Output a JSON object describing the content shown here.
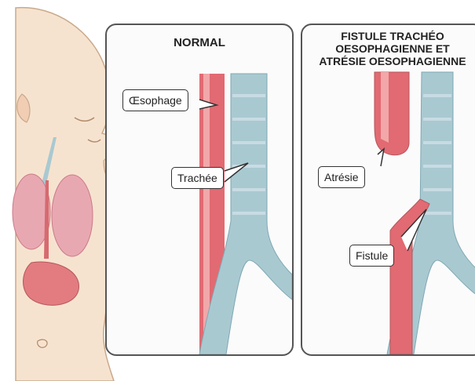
{
  "panels": {
    "normal": {
      "title": "NORMAL"
    },
    "fistule": {
      "title": "FISTULE TRACHÉO\nOESOPHAGIENNE ET\nATRÉSIE OESOPHAGIENNE"
    }
  },
  "labels": {
    "oesophage": "Œsophage",
    "trachee": "Trachée",
    "atresie": "Atrésie",
    "fistule": "Fistule"
  },
  "colors": {
    "esophagus": "#e26a72",
    "esophagus_light": "#f2a7a9",
    "trachea": "#a9c9d1",
    "trachea_ring": "#c8dbe3",
    "skin": "#f6e3cf",
    "outline": "#555555"
  }
}
